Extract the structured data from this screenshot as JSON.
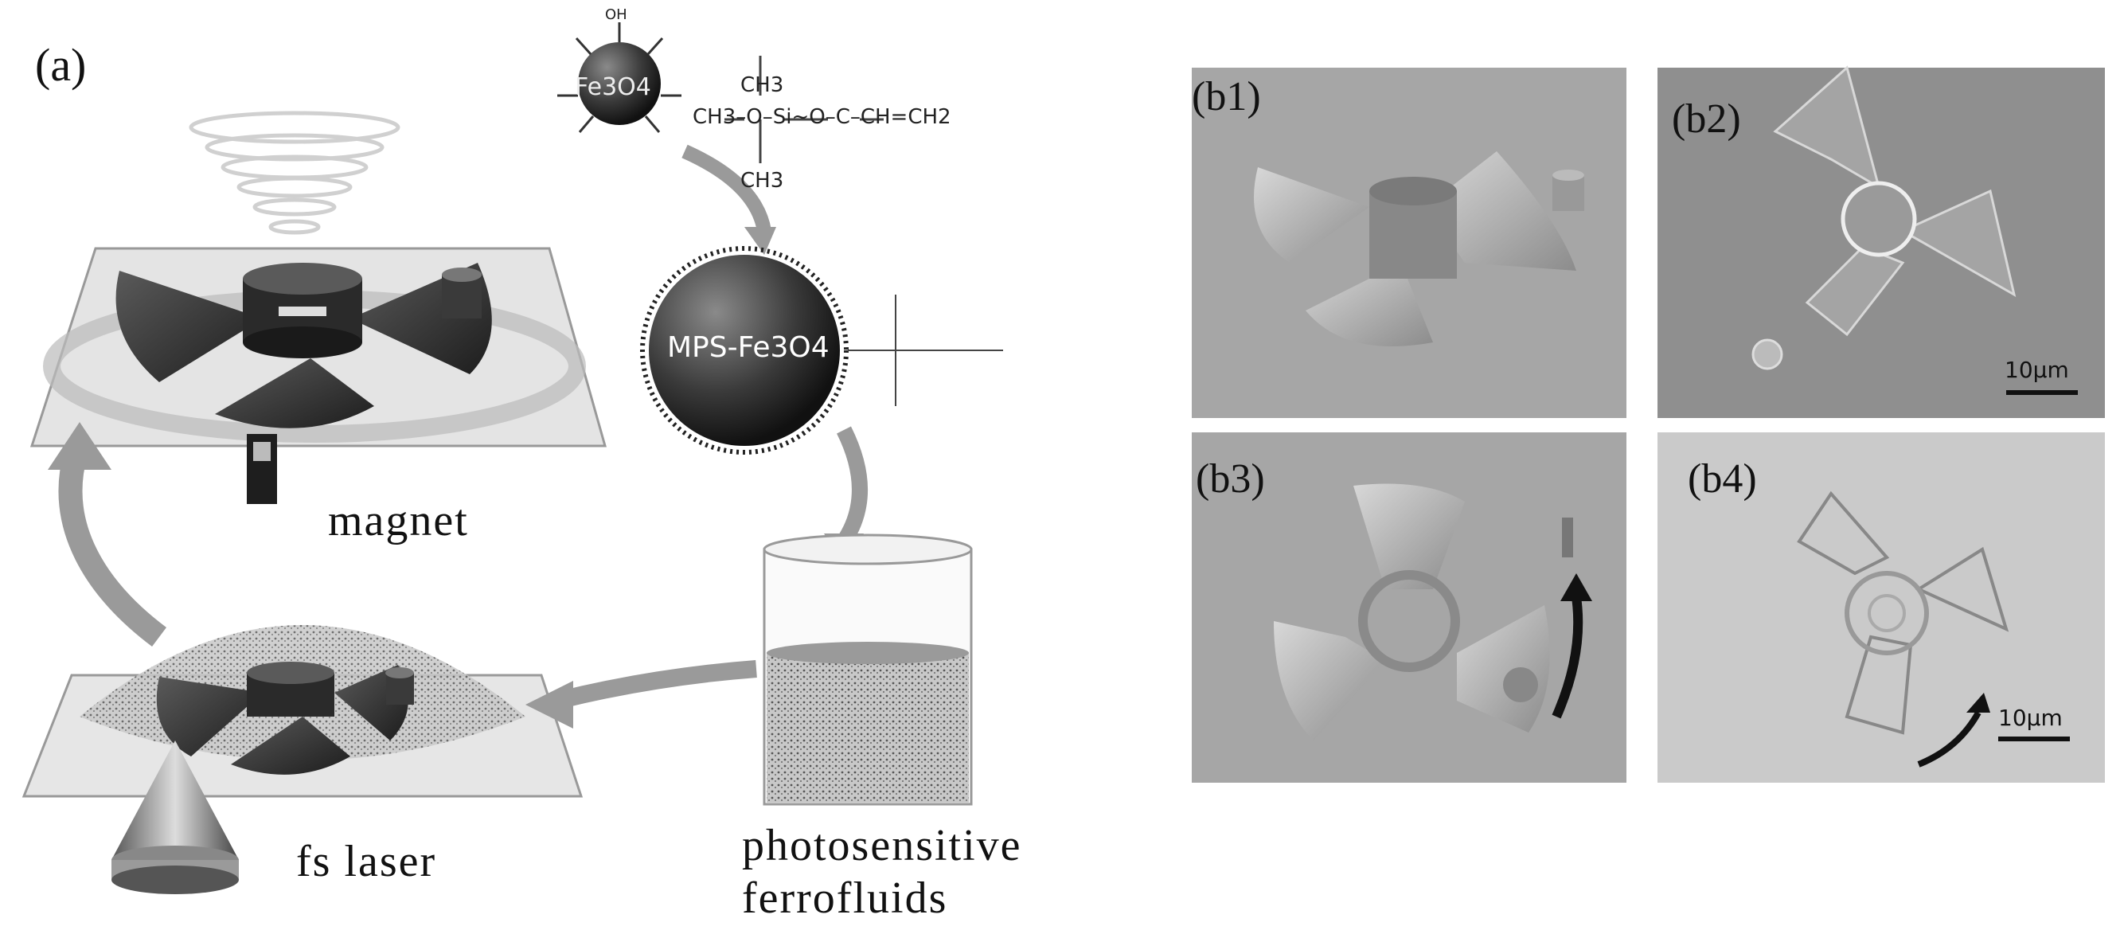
{
  "panel_a": {
    "label": "(a)",
    "captions": {
      "magnet": "magnet",
      "laser": "fs laser",
      "fluid_line1": "photosensitive",
      "fluid_line2": "ferrofluids"
    },
    "chemistry": {
      "particle": "Fe3O4",
      "modified_particle": "MPS-Fe3O4",
      "hydroxyl": "OH",
      "methyl": "CH3",
      "silane": "CH3–O–Si~O–C–CH=CH2"
    }
  },
  "panel_b": {
    "b1": "(b1)",
    "b2": "(b2)",
    "b3": "(b3)",
    "b4": "(b4)",
    "scale_bar": "10μm"
  },
  "colors": {
    "panel_bg": "#a9a9a9",
    "sem_bg": "#8f8f8f",
    "optical_bg": "#c9c9c9",
    "dark_part": "#3a3a3a",
    "arrow": "#9a9a9a"
  }
}
